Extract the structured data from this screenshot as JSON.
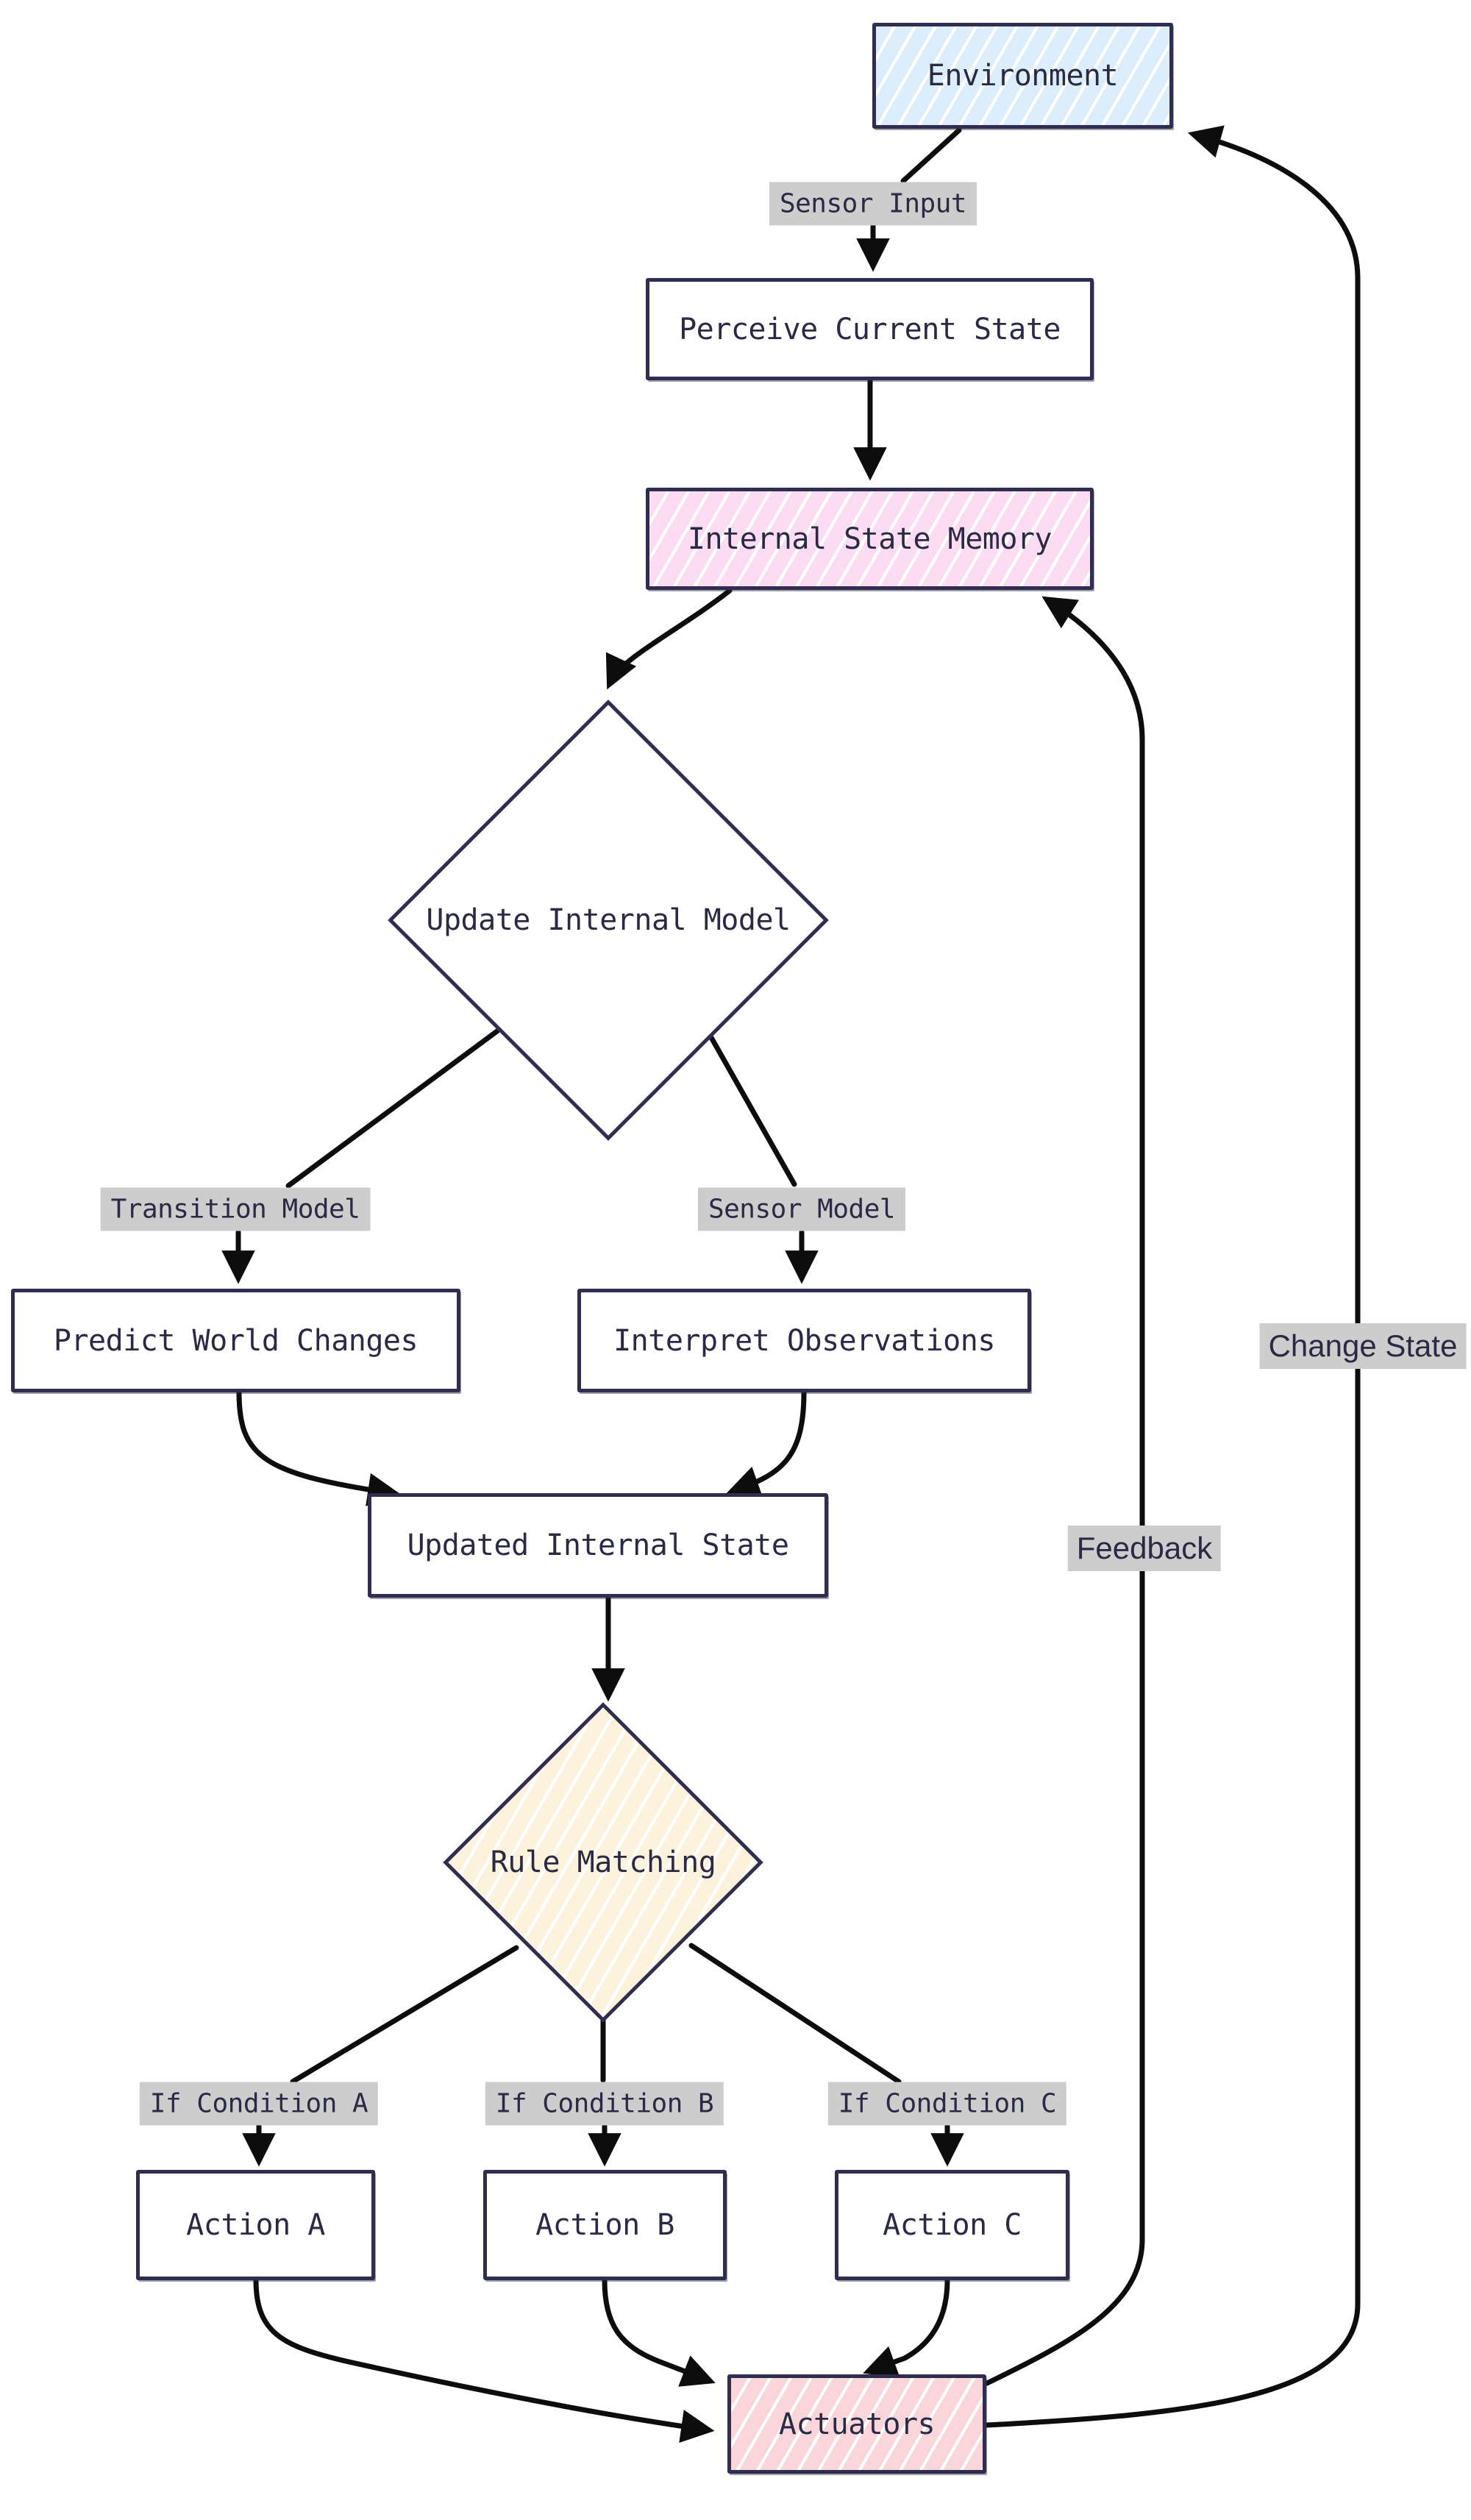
{
  "nodes": {
    "environment": {
      "label": "Environment",
      "fill": "#dcedfb"
    },
    "perceive_current_state": {
      "label": "Perceive Current State",
      "fill": "#ffffff"
    },
    "internal_state_memory": {
      "label": "Internal State Memory",
      "fill": "#fbdcf2"
    },
    "update_internal_model": {
      "label": "Update Internal Model",
      "fill": "#ffffff",
      "shape": "diamond"
    },
    "predict_world_changes": {
      "label": "Predict World Changes",
      "fill": "#ffffff"
    },
    "interpret_observations": {
      "label": "Interpret Observations",
      "fill": "#ffffff"
    },
    "updated_internal_state": {
      "label": "Updated Internal State",
      "fill": "#ffffff"
    },
    "rule_matching": {
      "label": "Rule Matching",
      "fill": "#fdf2dc",
      "shape": "diamond"
    },
    "action_a": {
      "label": "Action A",
      "fill": "#ffffff"
    },
    "action_b": {
      "label": "Action B",
      "fill": "#ffffff"
    },
    "action_c": {
      "label": "Action C",
      "fill": "#ffffff"
    },
    "actuators": {
      "label": "Actuators",
      "fill": "#fad5da"
    }
  },
  "edge_labels": {
    "sensor_input": "Sensor Input",
    "transition_model": "Transition Model",
    "sensor_model": "Sensor Model",
    "if_condition_a": "If Condition A",
    "if_condition_b": "If Condition B",
    "if_condition_c": "If Condition C",
    "feedback": "Feedback",
    "change_state": "Change State"
  },
  "colors": {
    "node_border": "#2f2e50",
    "node_text": "#2a2a45",
    "edge_line": "#0d0d0d",
    "edge_label_background": "#cdcdcd",
    "environment_fill": "#dcedfb",
    "internal_state_memory_fill": "#fbdcf2",
    "actuators_fill": "#fad5da",
    "rule_matching_fill": "#fdf2dc",
    "plain_fill": "#ffffff"
  }
}
